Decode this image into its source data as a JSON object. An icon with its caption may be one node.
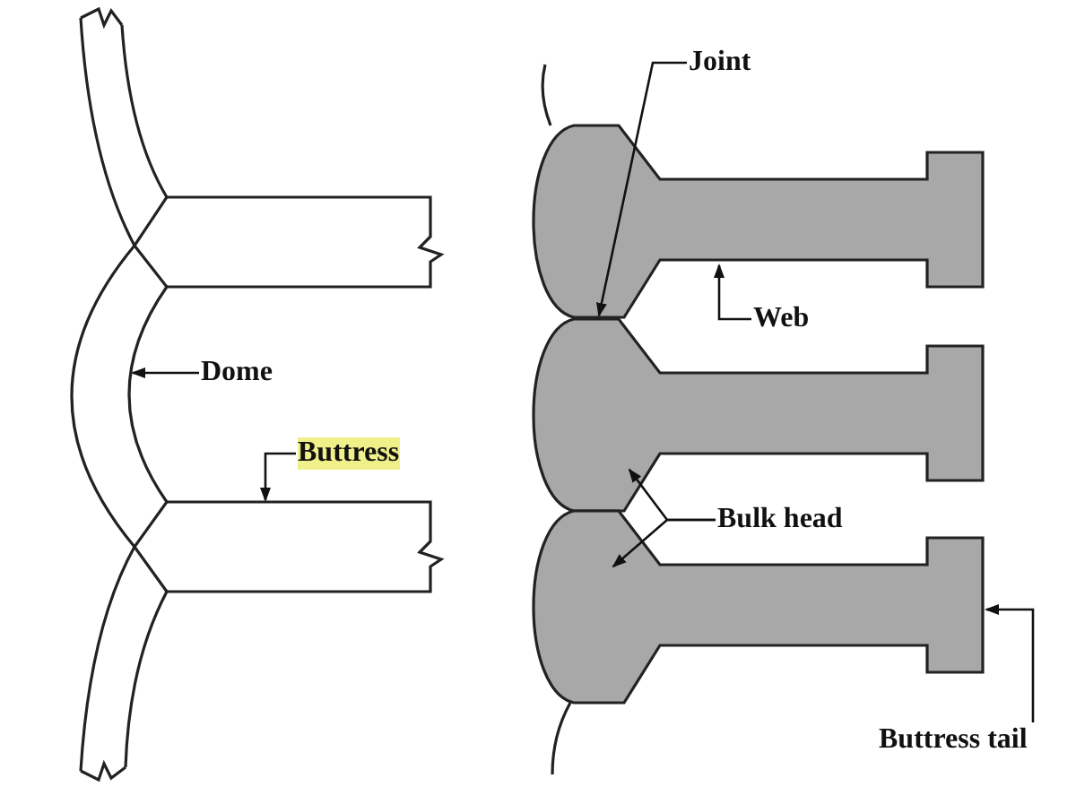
{
  "diagram": {
    "nodes": [
      {
        "text": [
          "Dome"
        ]
      },
      {
        "text": [
          "Buttress"
        ]
      },
      {
        "text": [
          "Joint"
        ]
      },
      {
        "text": [
          "Web"
        ]
      },
      {
        "text": [
          "Bulk head"
        ]
      },
      {
        "text": [
          "Buttress tail"
        ]
      }
    ],
    "edges": [
      {
        "from": 0,
        "to": null,
        "arrow": "to"
      },
      {
        "from": 1,
        "to": null,
        "arrow": "to"
      },
      {
        "from": 2,
        "to": null,
        "arrow": "to"
      },
      {
        "from": 3,
        "to": null,
        "arrow": "to"
      },
      {
        "from": 4,
        "to": null,
        "arrow": "to"
      },
      {
        "from": 4,
        "to": null,
        "arrow": "to"
      },
      {
        "from": 5,
        "to": null,
        "arrow": "to"
      }
    ]
  }
}
